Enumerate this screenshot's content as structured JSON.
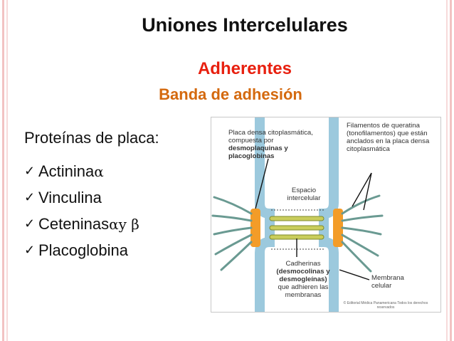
{
  "slide": {
    "title": "Uniones Intercelulares",
    "subtitle": "Adherentes",
    "subsubtitle": "Banda de adhesión",
    "heading": "Proteínas de placa:",
    "items": [
      {
        "check": "✓",
        "text": "Actinina ",
        "greek": "α",
        "tail": ""
      },
      {
        "check": "✓",
        "text": "Vinculina",
        "greek": "",
        "tail": ""
      },
      {
        "check": "✓",
        "text": "Ceteninas ",
        "greek": "α",
        "tail": "  y β"
      },
      {
        "check": "✓",
        "text": "Placoglobina",
        "greek": "",
        "tail": ""
      }
    ]
  },
  "figure": {
    "label_plaque": "Placa densa citoplasmática, compuesta por",
    "label_plaque_bold": "desmoplaquinas y placoglobinas",
    "label_filaments": "Filamentos de queratina (tonofilamentos) que están anclados en la placa densa citoplasmática",
    "label_space": "Espacio intercelular",
    "label_cadherins": "Cadherinas",
    "label_cadherins_bold": "(desmocolinas y desmogleínas)",
    "label_cadherins_tail": "que adhieren las membranas",
    "label_membrane": "Membrana celular",
    "copyright": "© Editorial Médica Panamericana Todos los derechos reservados",
    "colors": {
      "membrane": "#9cc9dd",
      "plaque": "#f39c28",
      "filament": "#6a9a92",
      "cadherin": "#c9cd5c"
    }
  }
}
